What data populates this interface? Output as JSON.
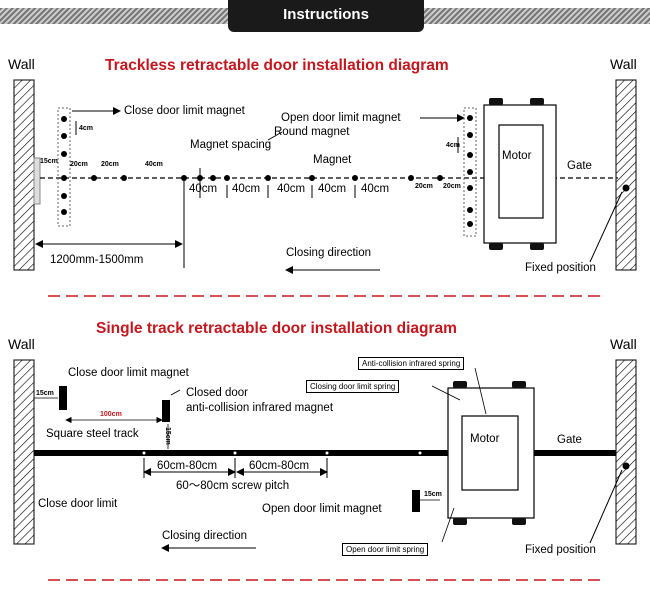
{
  "header": {
    "title": "Instructions"
  },
  "top": {
    "title": "Trackless retractable door installation diagram",
    "wall_left": "Wall",
    "wall_right": "Wall",
    "close_limit": "Close door limit magnet",
    "open_limit": "Open door limit magnet",
    "magnet_spacing": "Magnet spacing",
    "round_magnet": "Round magnet",
    "magnet": "Magnet",
    "motor": "Motor",
    "gate": "Gate",
    "fixed": "Fixed position",
    "range": "1200mm-1500mm",
    "closing": "Closing direction",
    "d4cm": "4cm",
    "d15cm": "15cm",
    "d20cm": "20cm",
    "d40cm": "40cm"
  },
  "bottom": {
    "title": "Single track retractable door installation diagram",
    "wall_left": "Wall",
    "wall_right": "Wall",
    "close_limit": "Close door limit magnet",
    "closed_door_1": "Closed door",
    "closed_door_2": "anti-collision infrared magnet",
    "square_track": "Square steel track",
    "close_door_limit": "Close door limit",
    "open_limit": "Open door limit magnet",
    "closing": "Closing direction",
    "anti_collision_spring": "Anti-collision infrared spring",
    "closing_spring": "Closing door limit spring",
    "open_spring": "Open door limit spring",
    "motor": "Motor",
    "gate": "Gate",
    "fixed": "Fixed position",
    "span": "60cm-80cm",
    "screw_pitch": "60～80cm screw pitch",
    "d15cm": "15cm",
    "d100cm": "100cm"
  }
}
